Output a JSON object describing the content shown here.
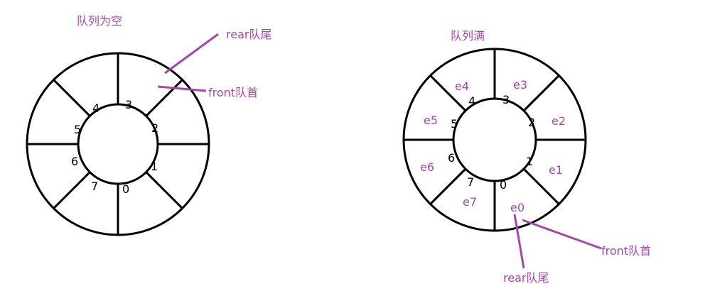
{
  "colors": {
    "accent": "#a447a8",
    "line": "#000000"
  },
  "empty": {
    "title": "队列为空",
    "slots": [
      "0",
      "1",
      "2",
      "3",
      "4",
      "5",
      "6",
      "7"
    ],
    "rear_label": "rear队尾",
    "front_label": "front队首"
  },
  "full": {
    "title": "队列满",
    "slots": [
      "0",
      "1",
      "2",
      "3",
      "4",
      "5",
      "6",
      "7"
    ],
    "elements": [
      "e0",
      "e1",
      "e2",
      "e3",
      "e4",
      "e5",
      "e6",
      "e7"
    ],
    "rear_label": "rear队尾",
    "front_label": "front队首"
  }
}
